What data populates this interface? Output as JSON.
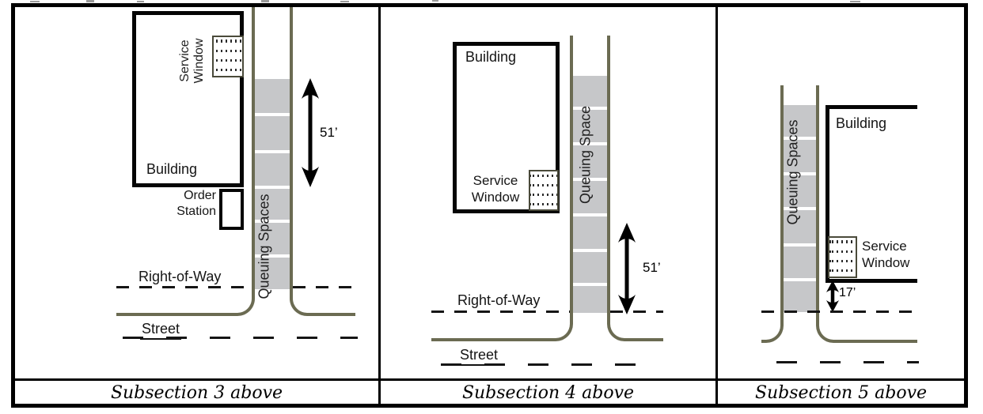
{
  "colors": {
    "road": "#6b6b52",
    "queue_fill": "#c6c7c9",
    "ink": "#000000"
  },
  "panels": [
    {
      "caption": "Subsection 3 above",
      "building_label": "Building",
      "service_window": {
        "line1": "Service",
        "line2": "Window"
      },
      "order_station": {
        "line1": "Order",
        "line2": "Station"
      },
      "queue_label": "Queuing Spaces",
      "right_of_way_label": "Right-of-Way",
      "street_label": "Street",
      "dimension_label": "51’"
    },
    {
      "caption": "Subsection 4 above",
      "building_label": "Building",
      "service_window": {
        "line1": "Service",
        "line2": "Window"
      },
      "queue_label": "Queuing Space",
      "right_of_way_label": "Right-of-Way",
      "street_label": "Street",
      "dimension_label": "51’"
    },
    {
      "caption": "Subsection 5 above",
      "building_label": "Building",
      "service_window": {
        "line1": "Service",
        "line2": "Window"
      },
      "queue_label": "Queuing Spaces",
      "dimension_label": "17’"
    }
  ]
}
